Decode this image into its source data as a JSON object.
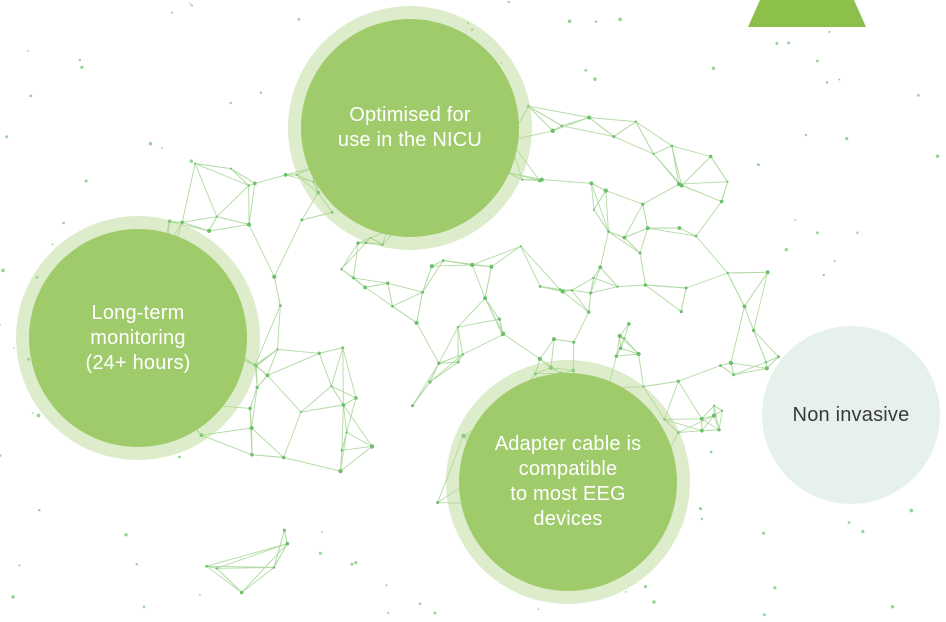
{
  "features": [
    {
      "id": "nicu",
      "text": "Optimised for\nuse in the NICU",
      "style": "green"
    },
    {
      "id": "monitoring",
      "text": "Long-term\nmonitoring\n(24+ hours)",
      "style": "green"
    },
    {
      "id": "adapter",
      "text": "Adapter cable is\ncompatible\nto most EEG\ndevices",
      "style": "green"
    },
    {
      "id": "noninvasive",
      "text": "Non invasive",
      "style": "light"
    }
  ],
  "colors": {
    "bubble_green": "#9fcb6b",
    "ring_green": "#b4d68c",
    "bubble_light": "#e7f1ec",
    "network_line": "#9ed08a",
    "network_dot": "#6cc06a",
    "tab_green": "#8cc04a"
  }
}
